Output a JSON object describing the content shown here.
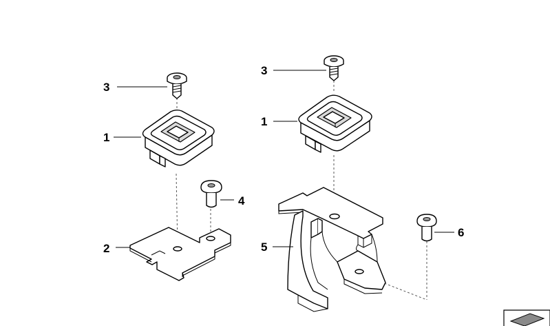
{
  "callouts": {
    "left_screw": "3",
    "left_holder": "1",
    "left_plate": "2",
    "left_bolt": "4",
    "right_screw": "3",
    "right_holder": "1",
    "right_bracket": "5",
    "right_bolt": "6"
  }
}
